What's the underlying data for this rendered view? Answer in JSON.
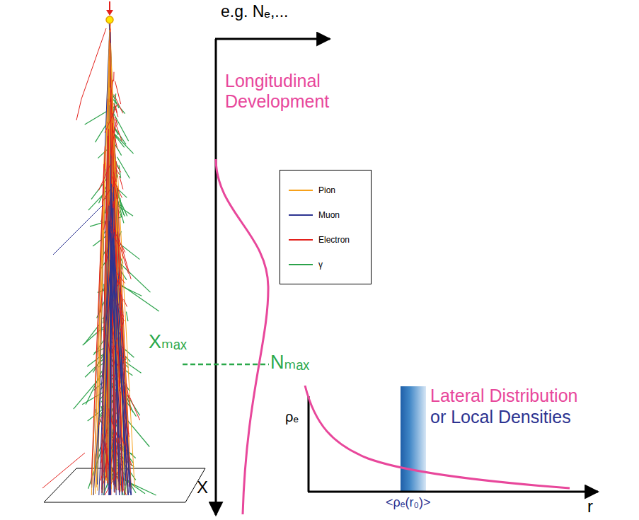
{
  "diagram": {
    "labels": [
      "e.g. Nₑ,...",
      "Longitudinal Development",
      "Xₘₐₓ",
      "Nₘₐₓ",
      "Lateral Distribution",
      "or Local Densities",
      "ρₑ",
      "X",
      "r",
      "<ρₑ(r₀)>"
    ],
    "legend": [
      {
        "text": "Pion"
      },
      {
        "text": "Muon"
      },
      {
        "text": "Electron"
      },
      {
        "text": "γ"
      }
    ]
  }
}
